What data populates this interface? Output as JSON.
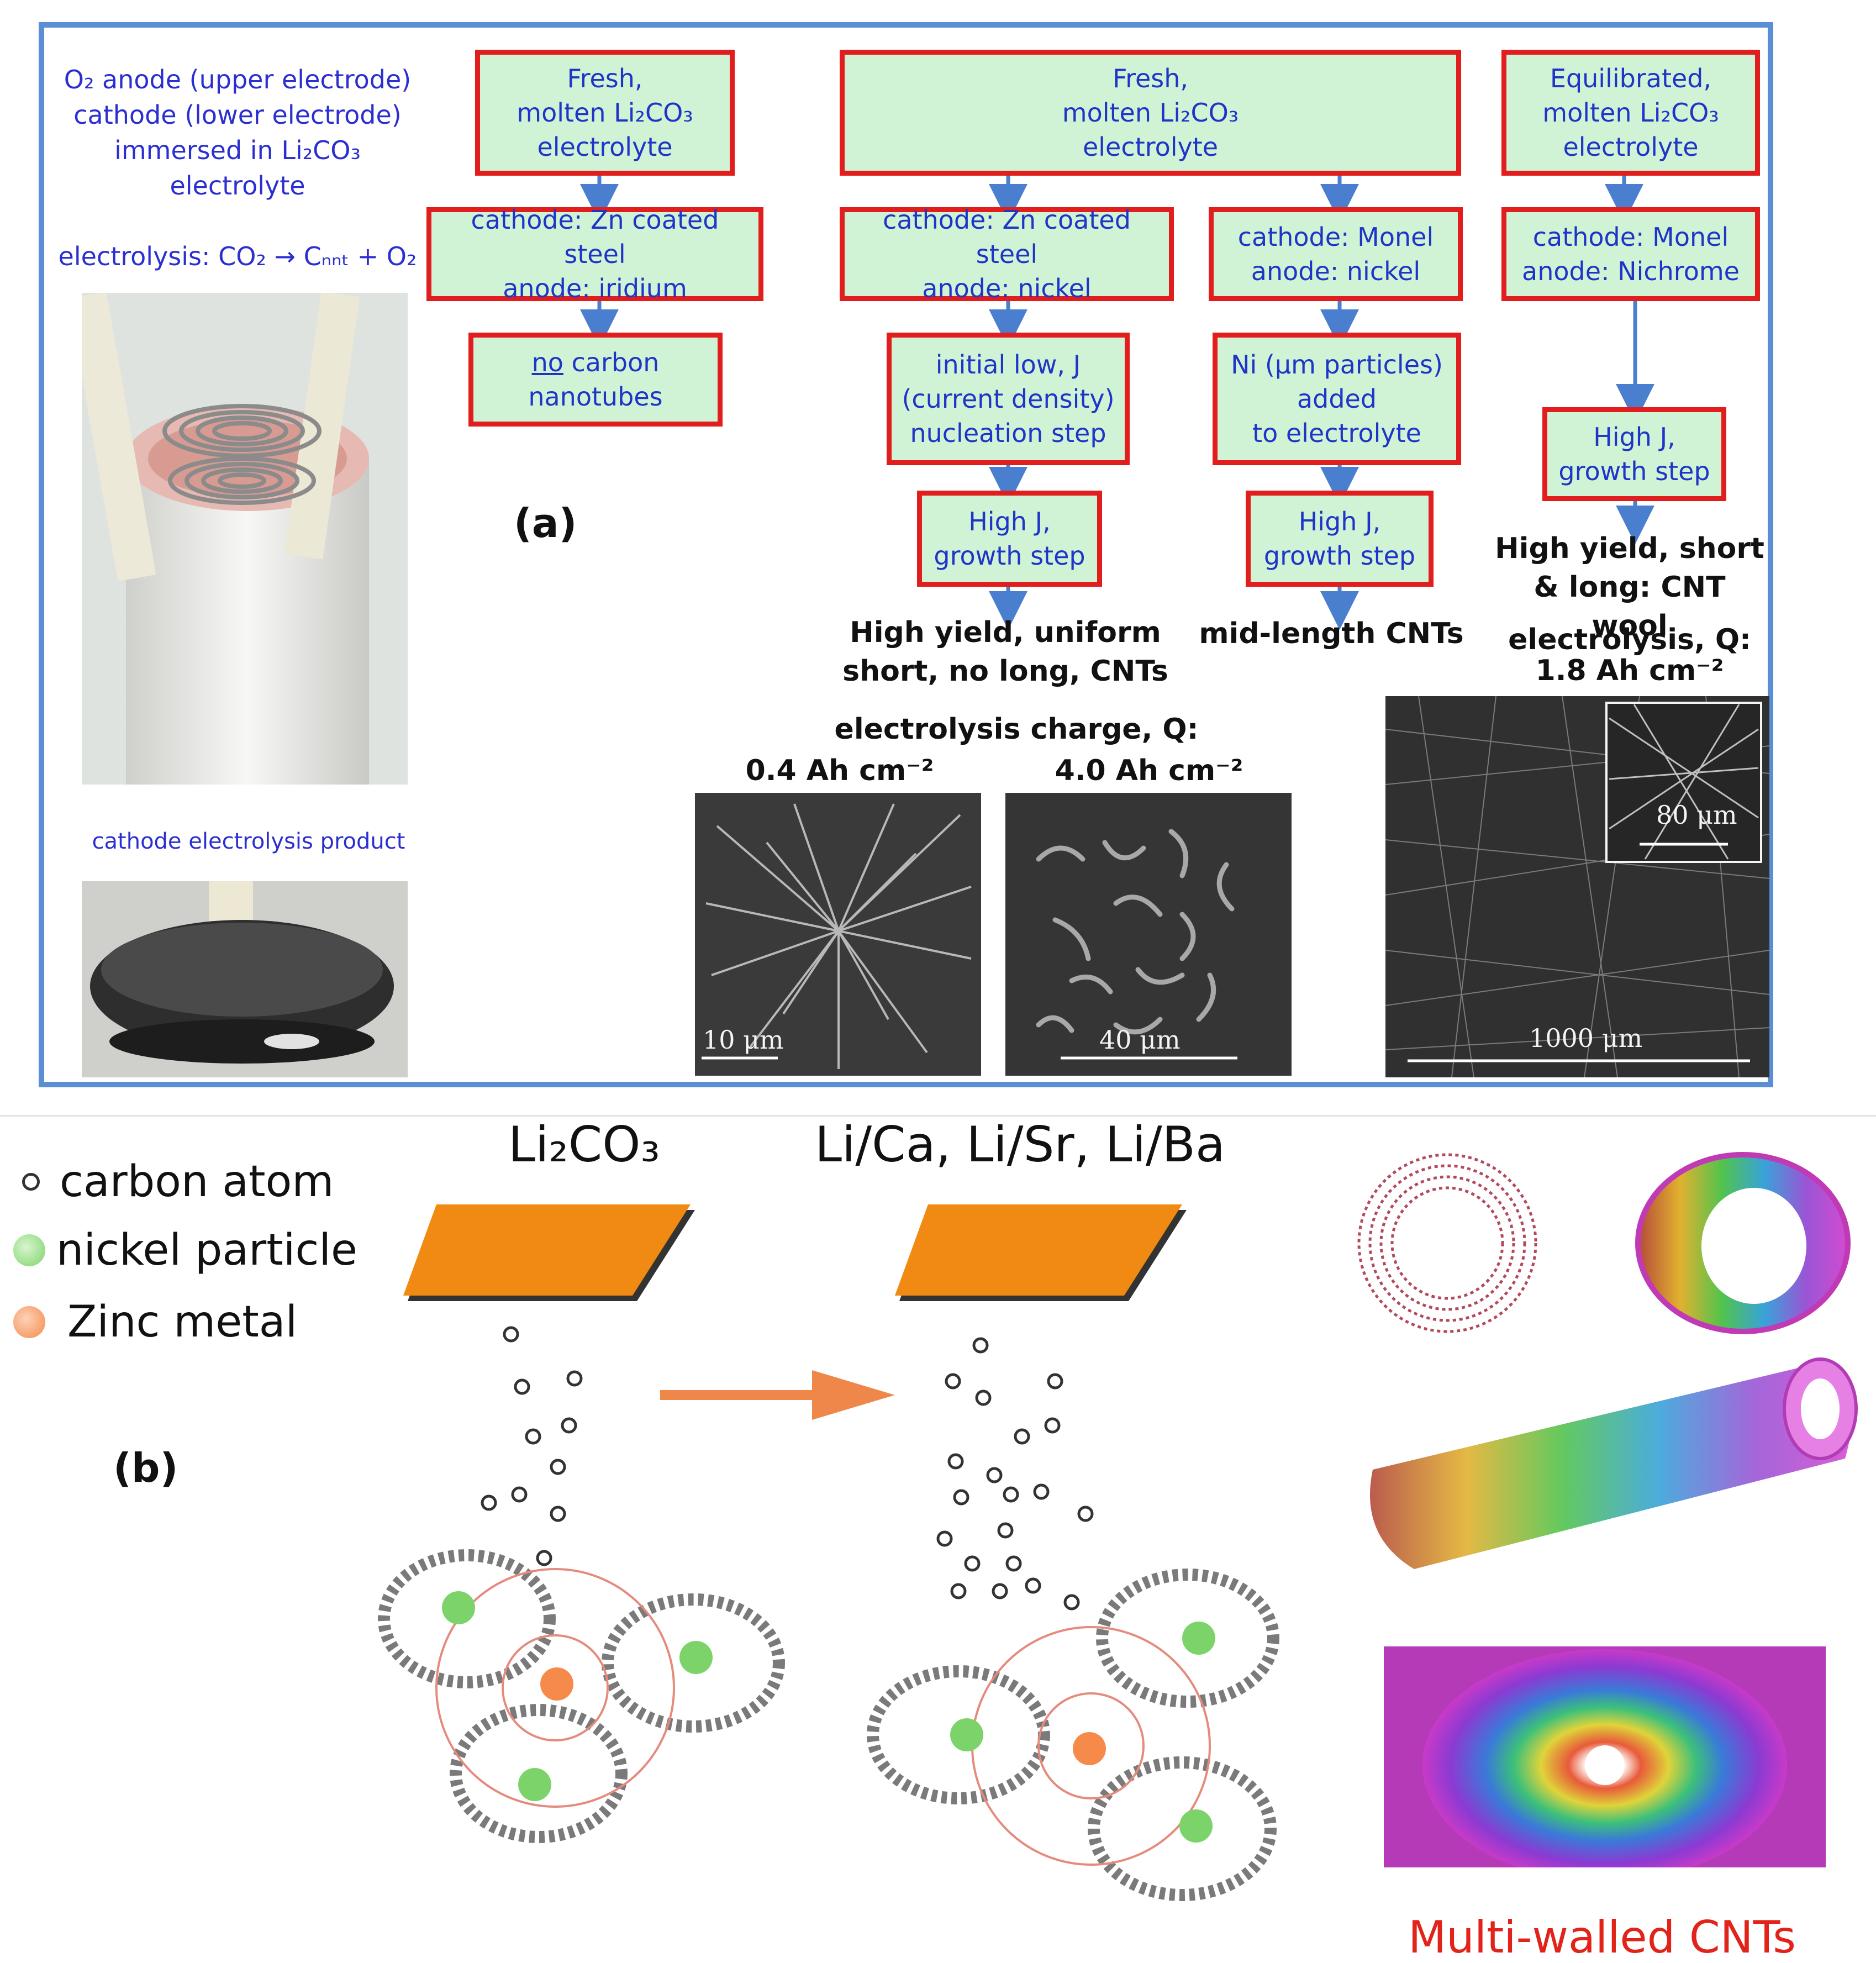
{
  "panel_a": {
    "label": "(a)",
    "setup_text": [
      "O₂ anode (upper electrode)",
      "cathode (lower electrode)",
      "immersed in Li₂CO₃",
      "electrolyte"
    ],
    "reaction": "electrolysis: CO₂ → Cₙₙₜ + O₂",
    "product_caption": "cathode electrolysis product",
    "flow": {
      "col1": {
        "top": "Fresh,\nmolten Li₂CO₃\nelectrolyte",
        "electrodes": "cathode: Zn coated steel\nanode: iridium",
        "result_underlined": "no",
        "result_rest": " carbon\nnanotubes"
      },
      "col2_top": "Fresh,\nmolten Li₂CO₃\nelectrolyte",
      "col2": {
        "electrodes": "cathode: Zn coated steel\nanode: nickel",
        "step1": "initial low, J\n(current density)\nnucleation step",
        "step2": "High J,\ngrowth step",
        "outcome": "High yield, uniform\nshort, no long, CNTs"
      },
      "col3": {
        "electrodes": "cathode: Monel\nanode: nickel",
        "step1": "Ni (μm particles)\nadded\nto electrolyte",
        "step2": "High J,\ngrowth step",
        "outcome": "mid-length CNTs"
      },
      "col4": {
        "top": "Equilibrated,\nmolten Li₂CO₃\nelectrolyte",
        "electrodes": "cathode: Monel\nanode: Nichrome",
        "step": "High J,\ngrowth step",
        "outcome": "High yield, short\n& long: CNT wool",
        "charge": "electrolysis, Q:\n1.8 Ah cm⁻²"
      }
    },
    "charge_caption": "electrolysis charge, Q:",
    "sem": [
      {
        "q_label": "0.4 Ah cm⁻²",
        "scale": "10 μm"
      },
      {
        "q_label": "4.0 Ah cm⁻²",
        "scale": "40 μm"
      },
      {
        "scale": "1000 μm",
        "inset_scale": "80 μm"
      }
    ]
  },
  "panel_b": {
    "label": "(b)",
    "legend": [
      {
        "label": "carbon atom",
        "color": "#333333"
      },
      {
        "label": "nickel particle",
        "color": "#7cd36a"
      },
      {
        "label": "Zinc metal",
        "color": "#f58a4a"
      }
    ],
    "electrolyte_1": "Li₂CO₃",
    "electrolyte_2": "Li/Ca, Li/Sr, Li/Ba",
    "cnt_caption": "Multi-walled CNTs"
  },
  "colors": {
    "frame": "#5a8fd6",
    "box_border": "#e21d1d",
    "box_fill": "#cff3d4",
    "box_text": "#1f34c8",
    "arrow": "#4a7fd0",
    "plate": "#f08a12",
    "process_arrow": "#f0874a",
    "caption_red": "#e2231a"
  }
}
